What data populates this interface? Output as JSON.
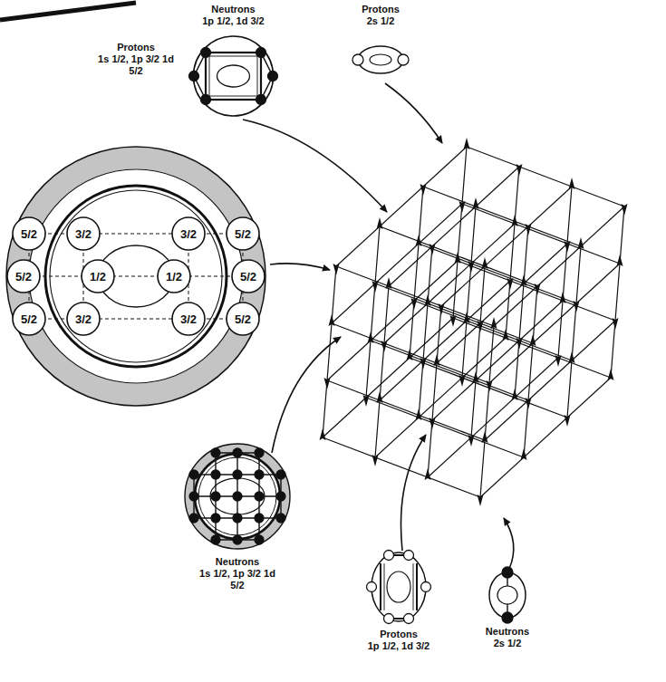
{
  "diagram": {
    "nodes": [
      {
        "text": [
          "Neutrons",
          "1p 1/2, 1d 3/2"
        ]
      },
      {
        "text": [
          "Protons",
          "2s 1/2"
        ]
      },
      {
        "text": [
          "Protons",
          "1s 1/2, 1p 3/2 1d 5/2"
        ]
      },
      {
        "text": [
          "5/2"
        ],
        "in": 2
      },
      {
        "text": [
          "3/2"
        ],
        "in": 2
      },
      {
        "text": [
          "3/2"
        ],
        "in": 2
      },
      {
        "text": [
          "5/2"
        ],
        "in": 2
      },
      {
        "text": [
          "5/2"
        ],
        "in": 2
      },
      {
        "text": [
          "1/2"
        ],
        "in": 2
      },
      {
        "text": [
          "1/2"
        ],
        "in": 2
      },
      {
        "text": [
          "5/2"
        ],
        "in": 2
      },
      {
        "text": [
          "5/2"
        ],
        "in": 2
      },
      {
        "text": [
          "3/2"
        ],
        "in": 2
      },
      {
        "text": [
          "3/2"
        ],
        "in": 2
      },
      {
        "text": [
          "5/2"
        ],
        "in": 2
      },
      {
        "text": [
          "Neutrons",
          "1s 1/2, 1p 3/2 1d 5/2"
        ]
      },
      {
        "text": [
          "Protons",
          "1p 1/2, 1d 3/2"
        ]
      },
      {
        "text": [
          "Neutrons",
          "2s 1/2"
        ]
      }
    ]
  }
}
